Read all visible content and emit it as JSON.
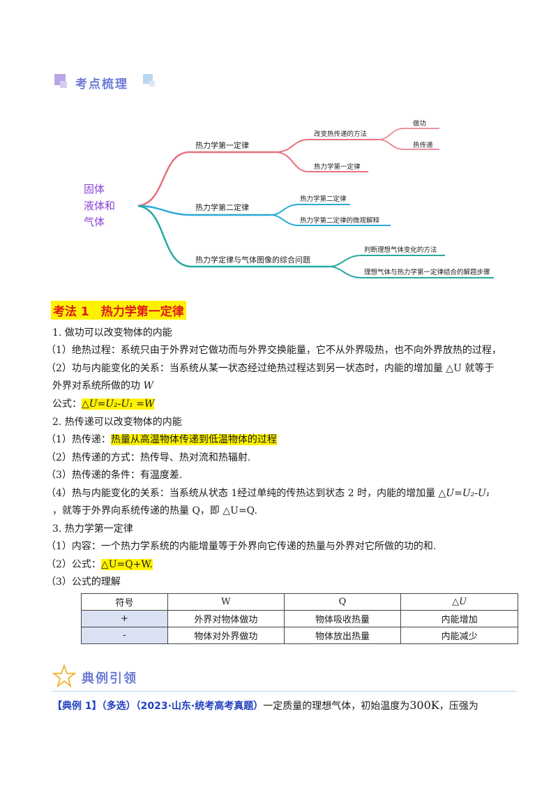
{
  "section1": {
    "title": "考点梳理"
  },
  "mindmap": {
    "root": [
      "固体",
      "液体和",
      "气体"
    ],
    "b1": {
      "label": "热力学第一定律",
      "c1": "改变热传递的方法",
      "c1a": "做功",
      "c1b": "热传递",
      "c2": "热力学第一定律"
    },
    "b2": {
      "label": "热力学第二定律",
      "c1": "热力学第二定律",
      "c2": "热力学第二定律的微观解释"
    },
    "b3": {
      "label": "热力学定律与气体图像的综合问题",
      "c1": "判断理想气体变化的方法",
      "c2": "理想气体与热力学第一定律结合的解题步骤"
    }
  },
  "kaofa": "考法 1　热力学第一定律",
  "p": {
    "l1": "1. 做功可以改变物体的内能",
    "l2": "（1）绝热过程：系统只由于外界对它做功而与外界交换能量，它不从外界吸热，也不向外界放热的过程，",
    "l3": "（2）功与内能变化的关系：当系统从某一状态经过绝热过程达到另一状态时，内能的增加量 △U 就等于",
    "l4a": "外界对系统所做的功 ",
    "l4b": "W",
    "l5a": "公式：",
    "l5b": "△U=U₂-U₁ =W",
    "l6": "2. 热传递可以改变物体的内能",
    "l7a": "（1）热传递：",
    "l7b": "热量从高温物体传递到低温物体的过程",
    "l8": "（2）热传递的方式：热传导、热对流和热辐射.",
    "l9": "（3）热传递的条件：有温度差.",
    "l10a": "（4）热与内能变化的关系：当系统从状态 1经过单纯的传热达到状态 2 时，内能的增加量 ",
    "l10b": "△U=U₂-U₁",
    "l11": "，就等于外界向系统传递的热量 Q，即 △U=Q.",
    "l12": "3. 热力学第一定律",
    "l13": "（1）内容：一个热力学系统的内能增量等于外界向它传递的热量与外界对它所做的功的和.",
    "l14a": "（2）公式：",
    "l14b": "△U=Q+W.",
    "l15": "（3）公式的理解"
  },
  "table": {
    "header": [
      "符号",
      "W",
      "Q",
      "△U"
    ],
    "rows": [
      [
        "+",
        "外界对物体做功",
        "物体吸收热量",
        "内能增加"
      ],
      [
        "-",
        "物体对外界做功",
        "物体放出热量",
        "内能减少"
      ]
    ]
  },
  "section2": {
    "title": "典例引领"
  },
  "example": {
    "tag": "【典例 1】（多选）（2023·山东·统考高考真题）",
    "text1": "一定质量的理想气体，初始温度为",
    "temp": "300K",
    "text2": "，压强为"
  },
  "colors": {
    "red_branch": "#e8707a",
    "blue_branch": "#2aa9d6",
    "teal_branch": "#28a8a0",
    "root": "#8a3fd6",
    "header": "#6b7bd6"
  }
}
